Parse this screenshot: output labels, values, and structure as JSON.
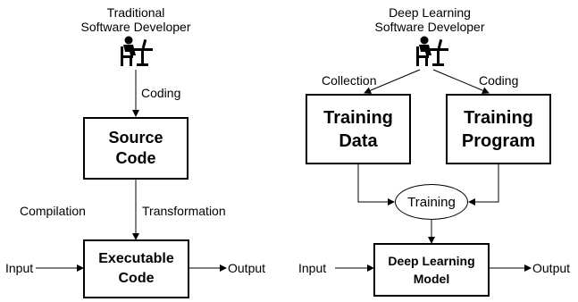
{
  "left": {
    "developer_line1": "Traditional",
    "developer_line2": "Software Developer",
    "coding_label": "Coding",
    "source_box": [
      "Source",
      "Code"
    ],
    "compilation_label": "Compilation",
    "transformation_label": "Transformation",
    "executable_box": [
      "Executable",
      "Code"
    ],
    "input_label": "Input",
    "output_label": "Output"
  },
  "right": {
    "developer_line1": "Deep Learning",
    "developer_line2": "Software Developer",
    "collection_label": "Collection",
    "coding_label": "Coding",
    "training_data_box": [
      "Training",
      "Data"
    ],
    "training_program_box": [
      "Training",
      "Program"
    ],
    "training_node": "Training",
    "model_box": [
      "Deep Learning",
      "Model"
    ],
    "input_label": "Input",
    "output_label": "Output"
  },
  "icons": {
    "developer": "developer-at-desk-icon"
  }
}
